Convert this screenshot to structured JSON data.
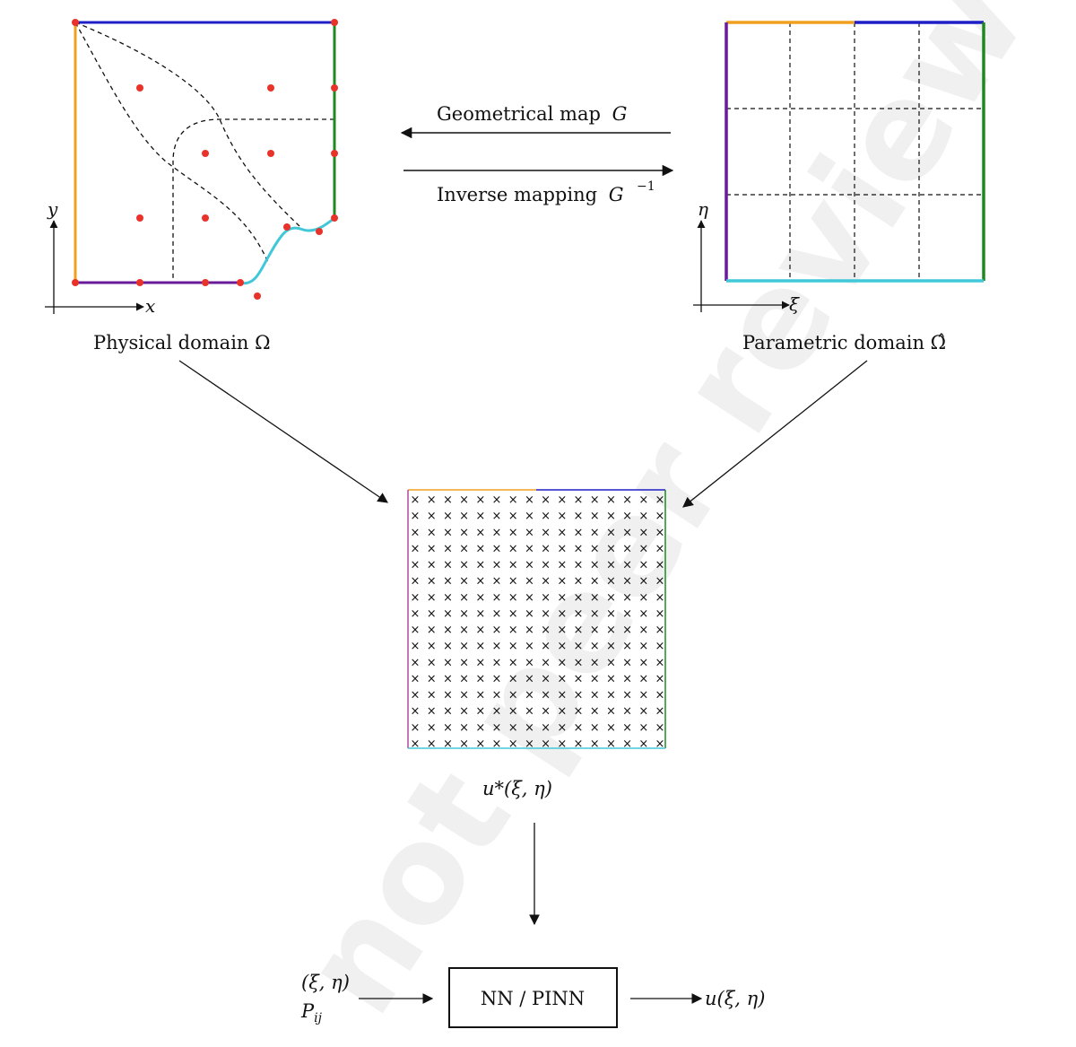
{
  "labels": {
    "physical_domain": "Physical domain Ω",
    "parametric_domain": "Parametric domain Ω̂",
    "geom_map": "Geometrical map",
    "geom_map_sym": "G",
    "inverse_map": "Inverse mapping",
    "inverse_map_sym": "G",
    "inverse_map_exp": "−1",
    "axis_x": "x",
    "axis_y": "y",
    "axis_xi": "ξ",
    "axis_eta": "η",
    "ustar": "u*(ξ, η)",
    "nn_box": "NN / PINN",
    "input_coords": "(ξ, η)",
    "input_p": "P",
    "input_p_sub": "ij",
    "output": "u(ξ, η)"
  },
  "watermark": "not peer reviewed",
  "grid": {
    "rows": 16,
    "cols": 16,
    "marker": "×"
  },
  "colors": {
    "top_boundary": "#1f1fc8",
    "left_boundary": "#f0a020",
    "right_boundary": "#1e8a1e",
    "bottom_boundary": "#6a1b9a",
    "curve_boundary": "#40c8d8",
    "control_points": "#e8332a",
    "arrows": "#111111"
  }
}
